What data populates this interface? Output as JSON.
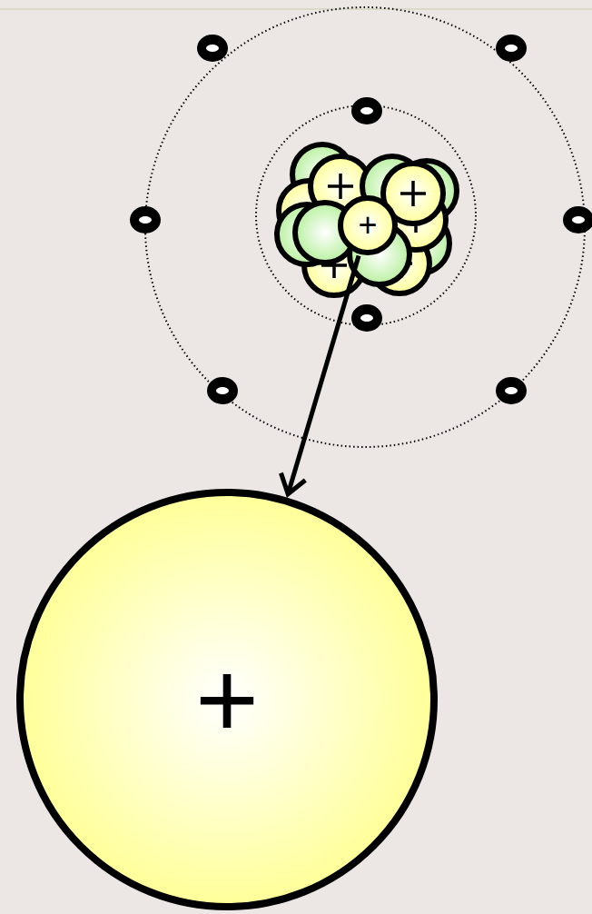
{
  "diagram": {
    "nodes": [
      {
        "text": [
          "+"
        ]
      },
      {
        "text": [
          "+"
        ]
      }
    ],
    "edges": [
      {
        "from": 0,
        "to": 1,
        "arrow": "to"
      }
    ]
  }
}
